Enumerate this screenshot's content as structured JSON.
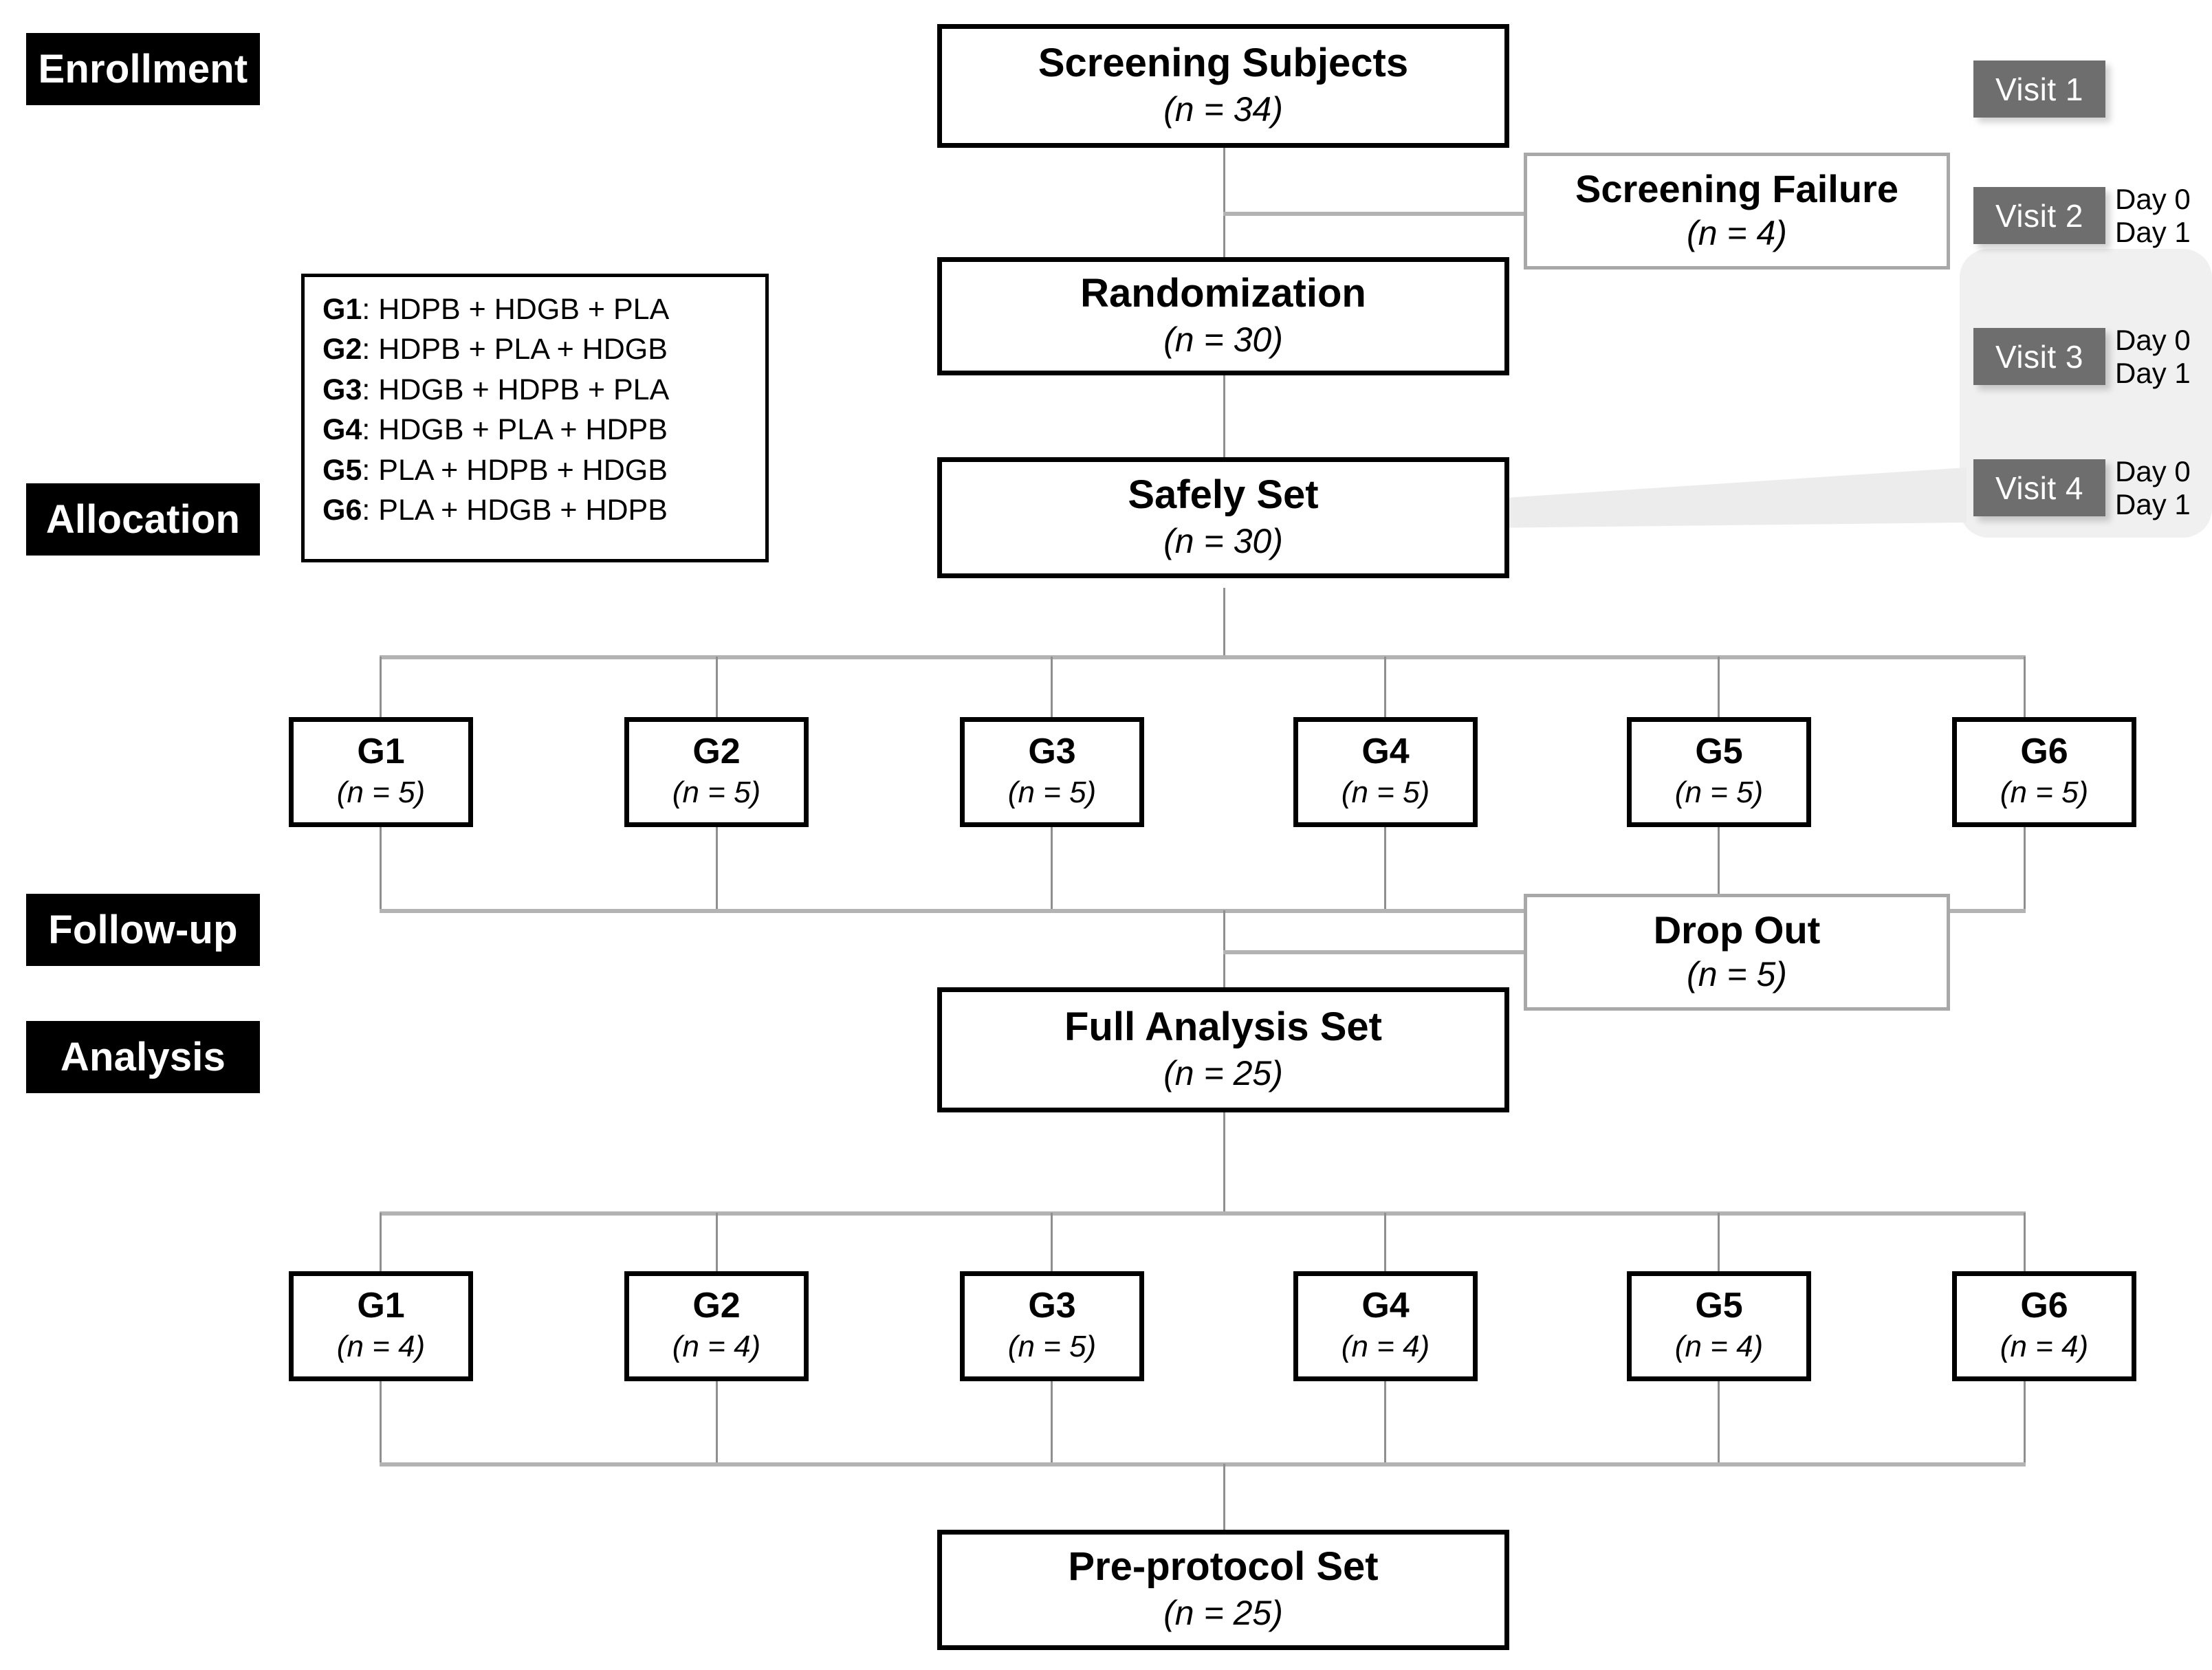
{
  "figure": {
    "type": "consort-flow-diagram",
    "title": "Clinical trial participant flow (CONSORT)"
  },
  "stages": [
    {
      "id": "enrollment",
      "label": "Enrollment"
    },
    {
      "id": "allocation",
      "label": "Allocation"
    },
    {
      "id": "followup",
      "label": "Follow-up"
    },
    {
      "id": "analysis",
      "label": "Analysis"
    }
  ],
  "nodes": {
    "screening": {
      "title": "Screening Subjects",
      "sub": "(n = 34)",
      "n": 34
    },
    "screen_fail": {
      "title": "Screening Failure",
      "sub": "(n = 4)",
      "n": 4
    },
    "random": {
      "title": "Randomization",
      "sub": "(n = 30)",
      "n": 30
    },
    "safety": {
      "title": "Safely Set",
      "sub": "(n = 30)",
      "n": 30
    },
    "dropout": {
      "title": "Drop Out",
      "sub": "(n = 5)",
      "n": 5
    },
    "fas": {
      "title": "Full Analysis Set",
      "sub": "(n = 25)",
      "n": 25
    },
    "pps": {
      "title": "Pre-protocol Set",
      "sub": "(n = 25)",
      "n": 25
    }
  },
  "allocation_groups": [
    {
      "label": "G1",
      "sub": "(n = 5)",
      "n": 5
    },
    {
      "label": "G2",
      "sub": "(n = 5)",
      "n": 5
    },
    {
      "label": "G3",
      "sub": "(n = 5)",
      "n": 5
    },
    {
      "label": "G4",
      "sub": "(n = 5)",
      "n": 5
    },
    {
      "label": "G5",
      "sub": "(n = 5)",
      "n": 5
    },
    {
      "label": "G6",
      "sub": "(n = 5)",
      "n": 5
    }
  ],
  "analysis_groups": [
    {
      "label": "G1",
      "sub": "(n = 4)",
      "n": 4
    },
    {
      "label": "G2",
      "sub": "(n = 4)",
      "n": 4
    },
    {
      "label": "G3",
      "sub": "(n = 5)",
      "n": 5
    },
    {
      "label": "G4",
      "sub": "(n = 4)",
      "n": 4
    },
    {
      "label": "G5",
      "sub": "(n = 4)",
      "n": 4
    },
    {
      "label": "G6",
      "sub": "(n = 4)",
      "n": 4
    }
  ],
  "legend": {
    "rows": [
      {
        "group": "G1",
        "sequence": ": HDPB + HDGB + PLA"
      },
      {
        "group": "G2",
        "sequence": ": HDPB + PLA + HDGB"
      },
      {
        "group": "G3",
        "sequence": ": HDGB + HDPB + PLA"
      },
      {
        "group": "G4",
        "sequence": ": HDGB + PLA + HDPB"
      },
      {
        "group": "G5",
        "sequence": ": PLA + HDPB + HDGB"
      },
      {
        "group": "G6",
        "sequence": ": PLA + HDGB + HDPB"
      }
    ]
  },
  "visits": [
    {
      "label": "Visit 1",
      "days": ""
    },
    {
      "label": "Visit 2",
      "day0": "Day 0",
      "day1": "Day 1"
    },
    {
      "label": "Visit 3",
      "day0": "Day 0",
      "day1": "Day 1"
    },
    {
      "label": "Visit 4",
      "day0": "Day 0",
      "day1": "Day 1"
    }
  ],
  "colors": {
    "box_border": "#000000",
    "secondary_border": "#a8a8a8",
    "connector": "#b3b3b3",
    "visit_badge": "#6e6e6e",
    "visit_backdrop": "#f0f0f0",
    "stage_label_bg": "#000000",
    "stage_label_text": "#ffffff",
    "background": "#ffffff"
  }
}
